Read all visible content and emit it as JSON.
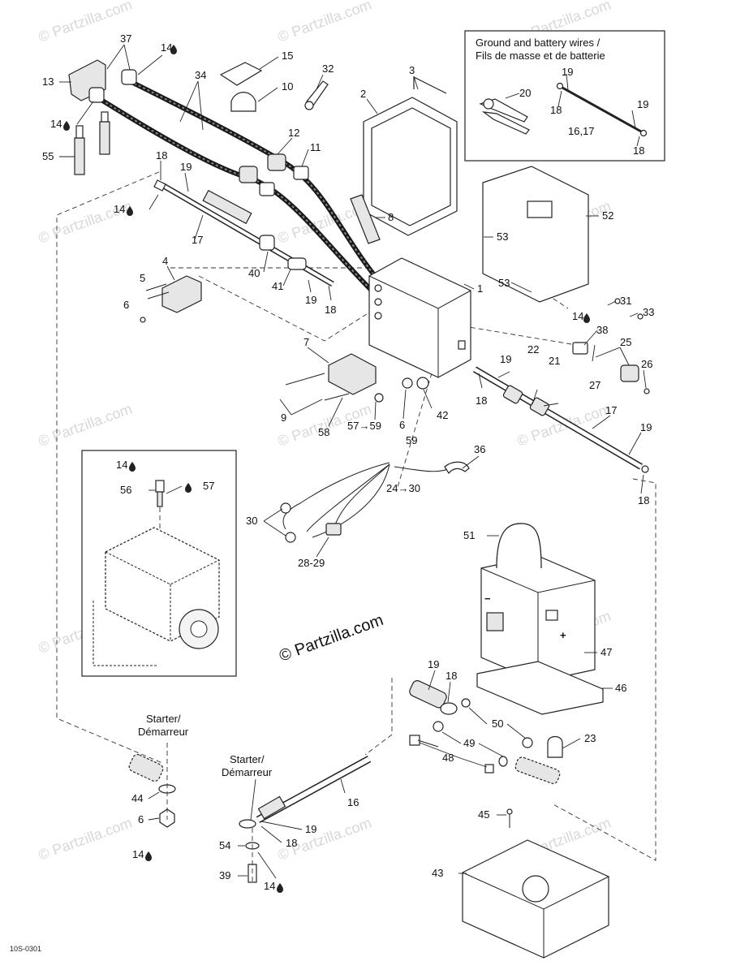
{
  "inset_box": {
    "title_line1": "Ground and battery wires /",
    "title_line2": "Fils de masse et de batterie"
  },
  "starter_label_1": {
    "line1": "Starter/",
    "line2": "Démarreur"
  },
  "starter_label_2": {
    "line1": "Starter/",
    "line2": "Démarreur"
  },
  "copyright": "© Partzilla.com",
  "watermark": "© Partzilla.com",
  "drawing_code": "10S-0301",
  "labels": {
    "p37": "37",
    "p14a": "14",
    "p13": "13",
    "p34": "34",
    "p15": "15",
    "p32": "32",
    "p10": "10",
    "p3": "3",
    "p2": "2",
    "p14b": "14",
    "p55": "55",
    "p12": "12",
    "p11": "11",
    "p18a": "18",
    "p19a": "19",
    "p14c": "14",
    "p8": "8",
    "p17a": "17",
    "p53a": "53",
    "p52": "52",
    "p40": "40",
    "p41": "41",
    "p19b": "19",
    "p18b": "18",
    "p4": "4",
    "p5": "5",
    "p6a": "6",
    "p53b": "53",
    "p1": "1",
    "p7": "7",
    "p31": "31",
    "p14d": "14",
    "p33": "33",
    "p38": "38",
    "p25": "25",
    "p26": "26",
    "p27": "27",
    "p9": "9",
    "p58": "58",
    "p57_59": "57→59",
    "p6b": "6",
    "p42": "42",
    "p19c": "19",
    "p22": "22",
    "p21": "21",
    "p18c": "18",
    "p17b": "17",
    "p19d": "19",
    "p18d": "18",
    "p59": "59",
    "p36": "36",
    "p24_30": "24→30",
    "p14e": "14",
    "p56": "56",
    "p57": "57",
    "p30": "30",
    "p28_29": "28-29",
    "p51": "51",
    "p47": "47",
    "p46": "46",
    "p19e": "19",
    "p18e": "18",
    "p50": "50",
    "p49": "49",
    "p23": "23",
    "p48": "48",
    "p44": "44",
    "p6c": "6",
    "p14f": "14",
    "p16": "16",
    "p19f": "19",
    "p18f": "18",
    "p54": "54",
    "p39": "39",
    "p14g": "14",
    "p45": "45",
    "p43": "43",
    "p20": "20",
    "p19g": "19",
    "p19h": "19",
    "p18g": "18",
    "p16_17": "16,17",
    "p18h": "18"
  }
}
